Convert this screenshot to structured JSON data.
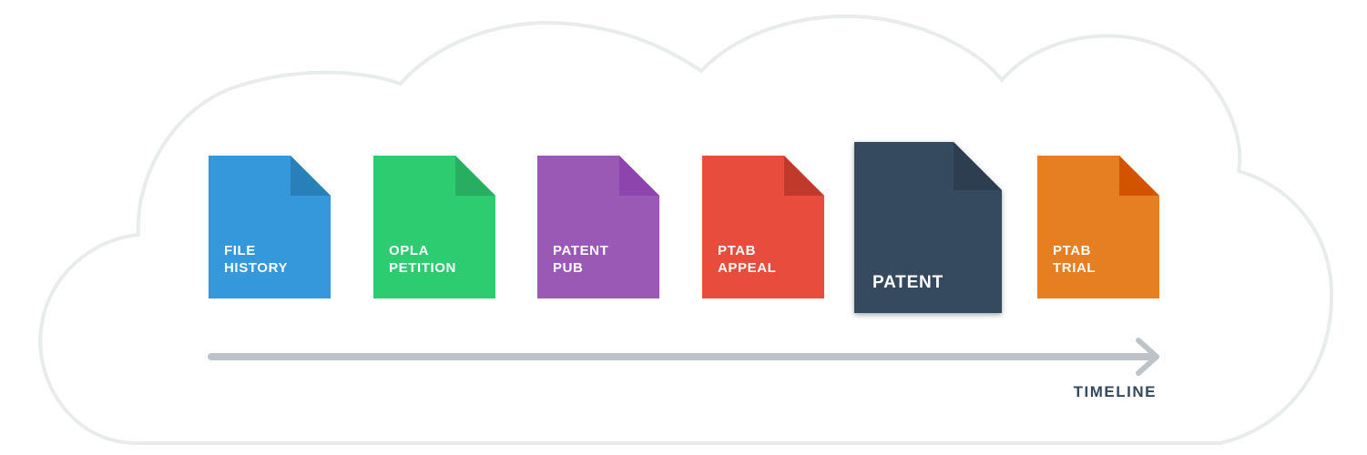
{
  "documents": [
    {
      "lines": [
        "FILE",
        "HISTORY"
      ],
      "color": "#3498db",
      "fold_color": "#2980b9",
      "featured": false
    },
    {
      "lines": [
        "OPLA",
        "PETITION"
      ],
      "color": "#2ecc71",
      "fold_color": "#27ae60",
      "featured": false
    },
    {
      "lines": [
        "PATENT",
        "PUB"
      ],
      "color": "#9b59b6",
      "fold_color": "#8e44ad",
      "featured": false
    },
    {
      "lines": [
        "PTAB",
        "APPEAL"
      ],
      "color": "#e74c3c",
      "fold_color": "#c0392b",
      "featured": false
    },
    {
      "lines": [
        "PATENT"
      ],
      "color": "#34495e",
      "fold_color": "#2c3e50",
      "featured": true
    },
    {
      "lines": [
        "PTAB",
        "TRIAL"
      ],
      "color": "#e67e22",
      "fold_color": "#d35400",
      "featured": false
    }
  ],
  "timeline": {
    "label": "TIMELINE",
    "arrow_color": "#bdc3c7"
  },
  "cloud": {
    "stroke_color": "#e8ecea"
  }
}
